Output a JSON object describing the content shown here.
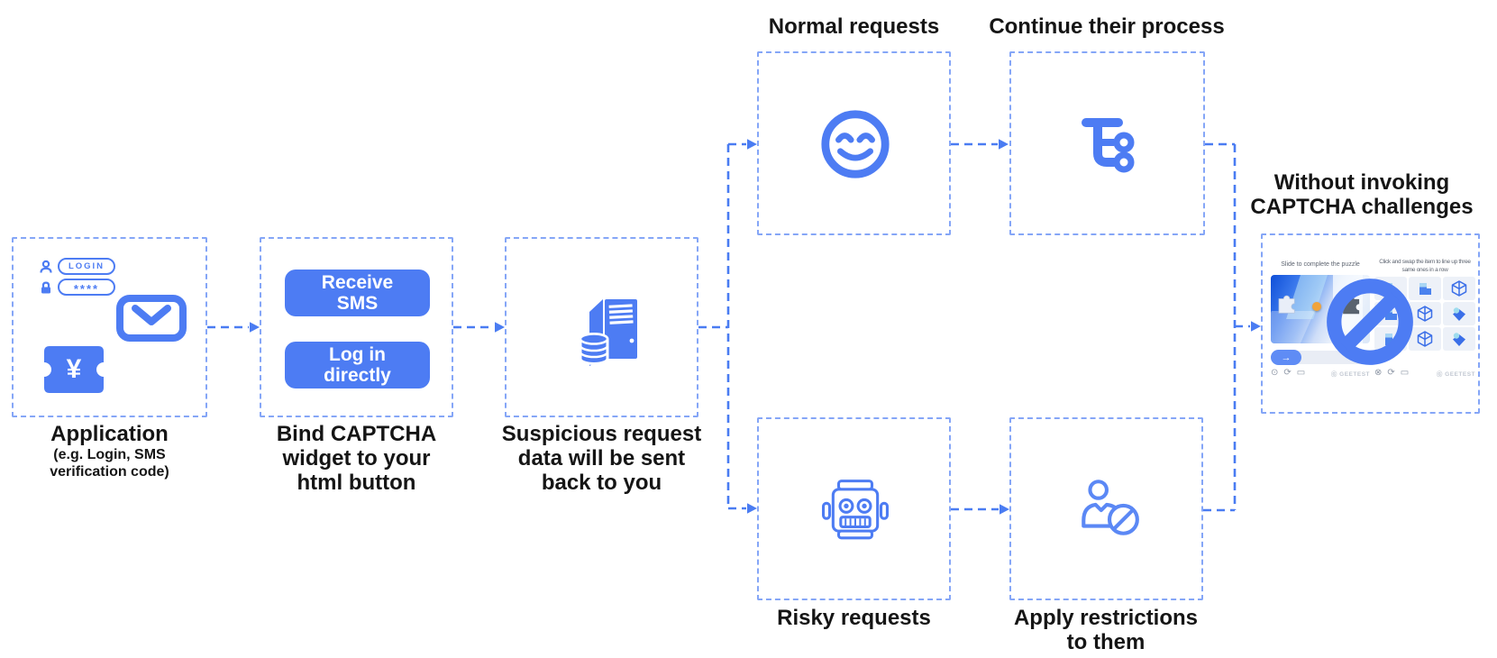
{
  "colors": {
    "accent": "#4d7cf3",
    "connector": "#4a7cf2",
    "box_border": "#85a6f7",
    "text": "#161616"
  },
  "labels": {
    "normal_requests": "Normal requests",
    "continue_process": "Continue their process",
    "risky_requests": "Risky requests",
    "apply_restrictions": [
      "Apply restrictions",
      "to them"
    ],
    "without_invoking": [
      "Without invoking",
      "CAPTCHA challenges"
    ],
    "application_title": "Application",
    "application_subtitle": [
      "(e.g. Login, SMS",
      "verification code)"
    ],
    "bind_widget": [
      "Bind CAPTCHA",
      "widget to your",
      "html button"
    ],
    "suspicious": [
      "Suspicious request",
      "data will be sent",
      "back to you"
    ]
  },
  "application_box": {
    "login_label": "LOGIN",
    "password_mask": "****",
    "ticket_currency": "¥"
  },
  "bind_box": {
    "button_receive": [
      "Receive",
      "SMS"
    ],
    "button_login": [
      "Log in",
      "directly"
    ]
  },
  "captcha_panel": {
    "slide": {
      "caption": "Slide to complete the puzzle",
      "slider_arrow": "→",
      "brand": "GEETEST"
    },
    "swap": {
      "caption": [
        "Click and swap the item to line up three",
        "same ones in a row"
      ],
      "brand": "GEETEST"
    },
    "icons": {
      "target": "⊙",
      "close": "⊗",
      "refresh": "⟳",
      "feedback": "▭",
      "logo": "Ⓖ"
    }
  }
}
